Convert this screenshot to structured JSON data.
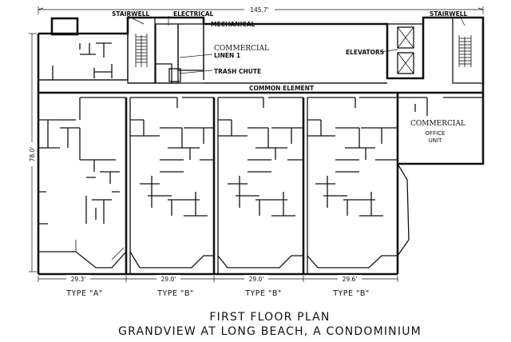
{
  "dimensions": {
    "overall_width": "145.7'",
    "overall_depth": "78.0'",
    "unit_1_width": "29.3'",
    "unit_2_width": "29.0'",
    "unit_3_width": "29.0'",
    "unit_4_width": "29.6'"
  },
  "labels": {
    "stairwell_left": "STAIRWELL",
    "stairwell_right": "STAIRWELL",
    "electrical": "ELECTRICAL",
    "mechanical": "MECHANICAL",
    "commercial_upper": "COMMERCIAL",
    "linen": "LINEN 1",
    "trash_chute": "TRASH CHUTE",
    "elevators": "ELEVATORS",
    "common_element": "COMMON ELEMENT",
    "commercial_right": "COMMERCIAL",
    "office_unit_line1": "OFFICE",
    "office_unit_line2": "UNIT"
  },
  "unit_types": [
    "TYPE \"A\"",
    "TYPE \"B\"",
    "TYPE \"B\"",
    "TYPE \"B\""
  ],
  "title": {
    "line1": "FIRST FLOOR PLAN",
    "line2": "GRANDVIEW AT LONG BEACH, A CONDOMINIUM"
  }
}
